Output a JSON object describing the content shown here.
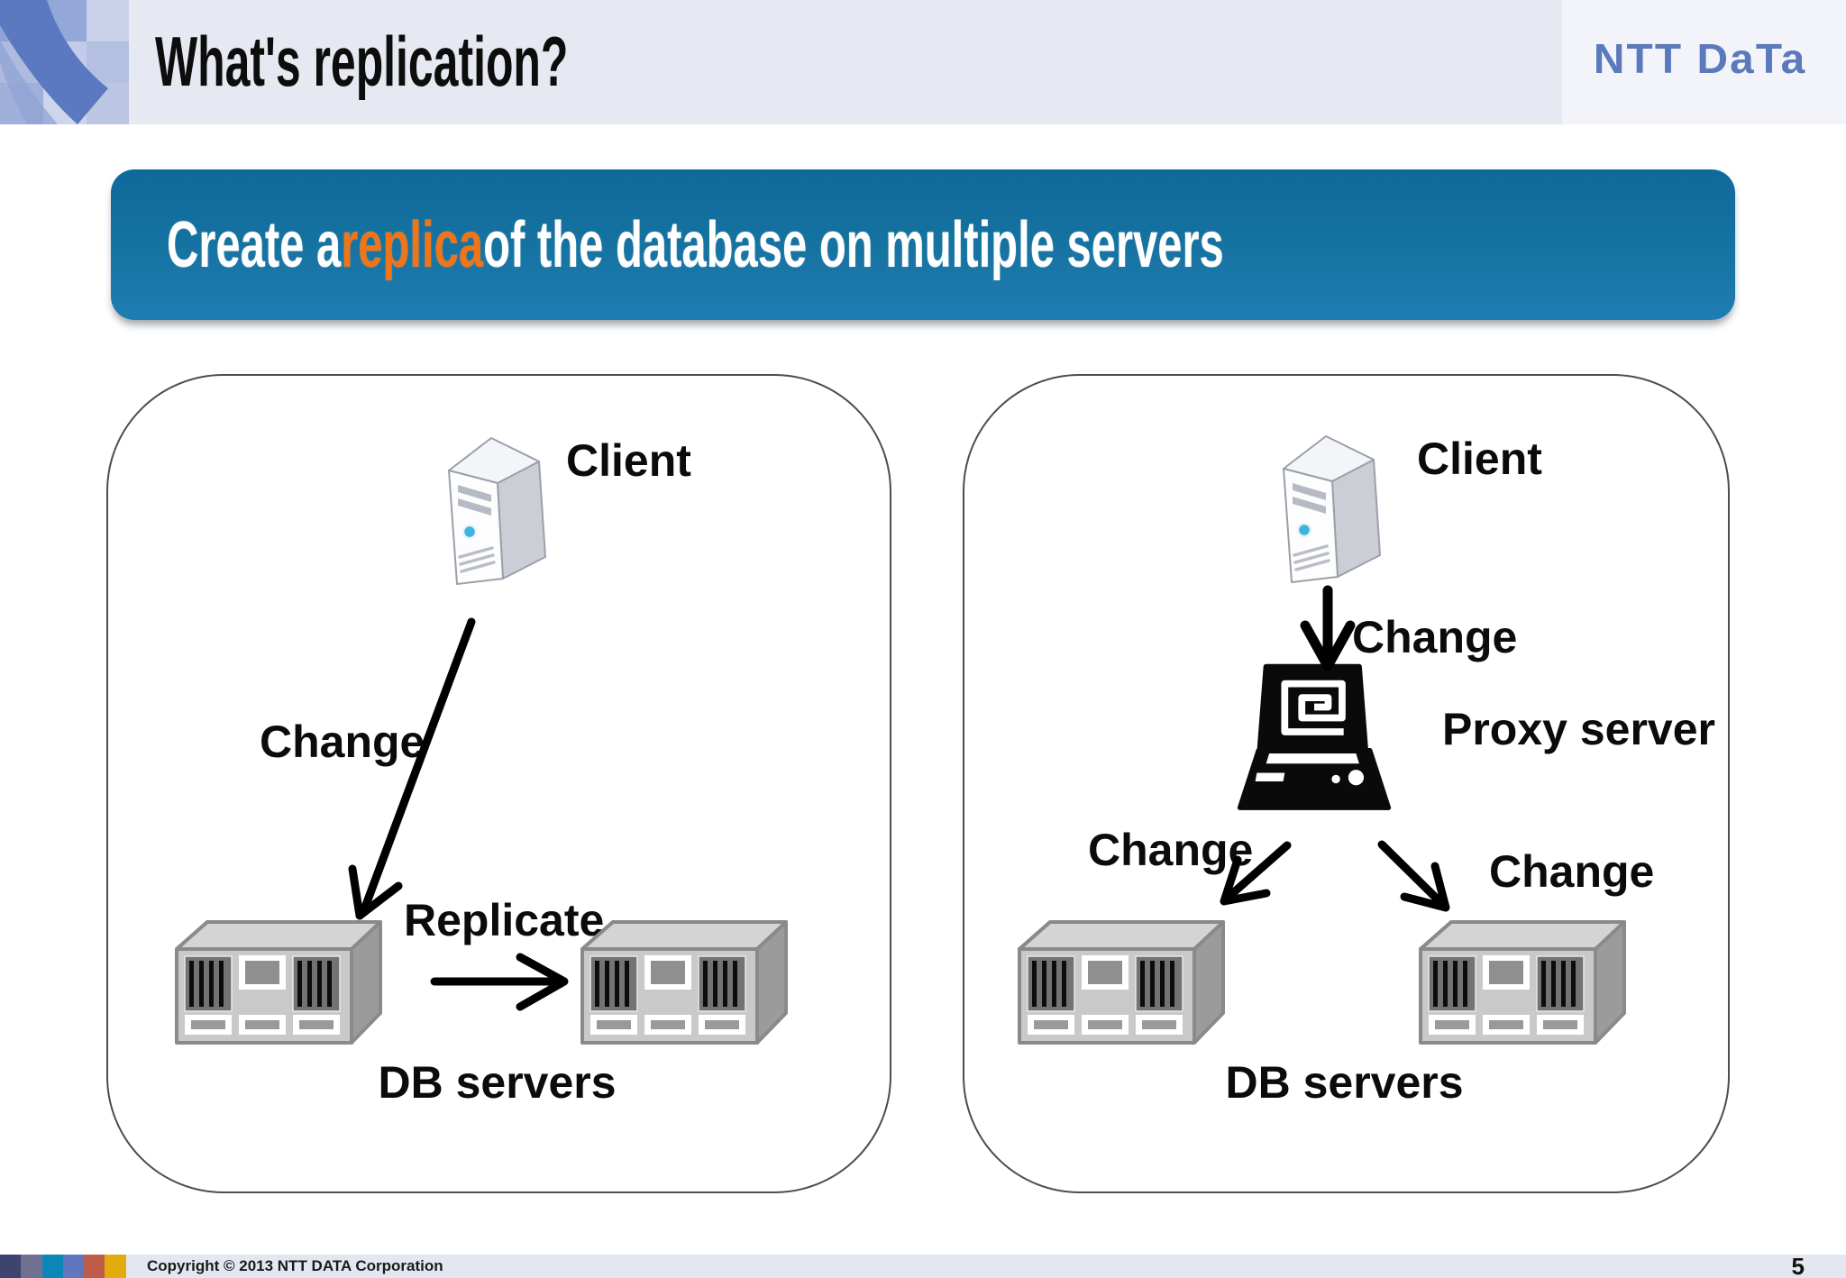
{
  "slide": {
    "header": {
      "title": "What's replication?",
      "logo": "NTT DaTa"
    },
    "banner": {
      "prefix": "Create a ",
      "highlight": "replica",
      "suffix": " of the database on multiple servers",
      "highlight_color": "#f07418",
      "background_top": "#0f6a9c",
      "background_bottom": "#1e7db3"
    },
    "left_panel": {
      "client": "Client",
      "change": "Change",
      "replicate": "Replicate",
      "db_servers": "DB servers"
    },
    "right_panel": {
      "client": "Client",
      "change_top": "Change",
      "proxy": "Proxy server",
      "change_left": "Change",
      "change_right": "Change",
      "db_servers": "DB servers"
    },
    "footer": {
      "copyright": "Copyright © 2013 NTT DATA Corporation",
      "page_number": "5",
      "palette": [
        "#3e4470",
        "#6e7290",
        "#0a87b7",
        "#6077bf",
        "#bf5b49",
        "#e2ab0e"
      ]
    },
    "colors": {
      "header_strip": "#e7e9f2",
      "logo_blue": "#5b79bb"
    }
  }
}
